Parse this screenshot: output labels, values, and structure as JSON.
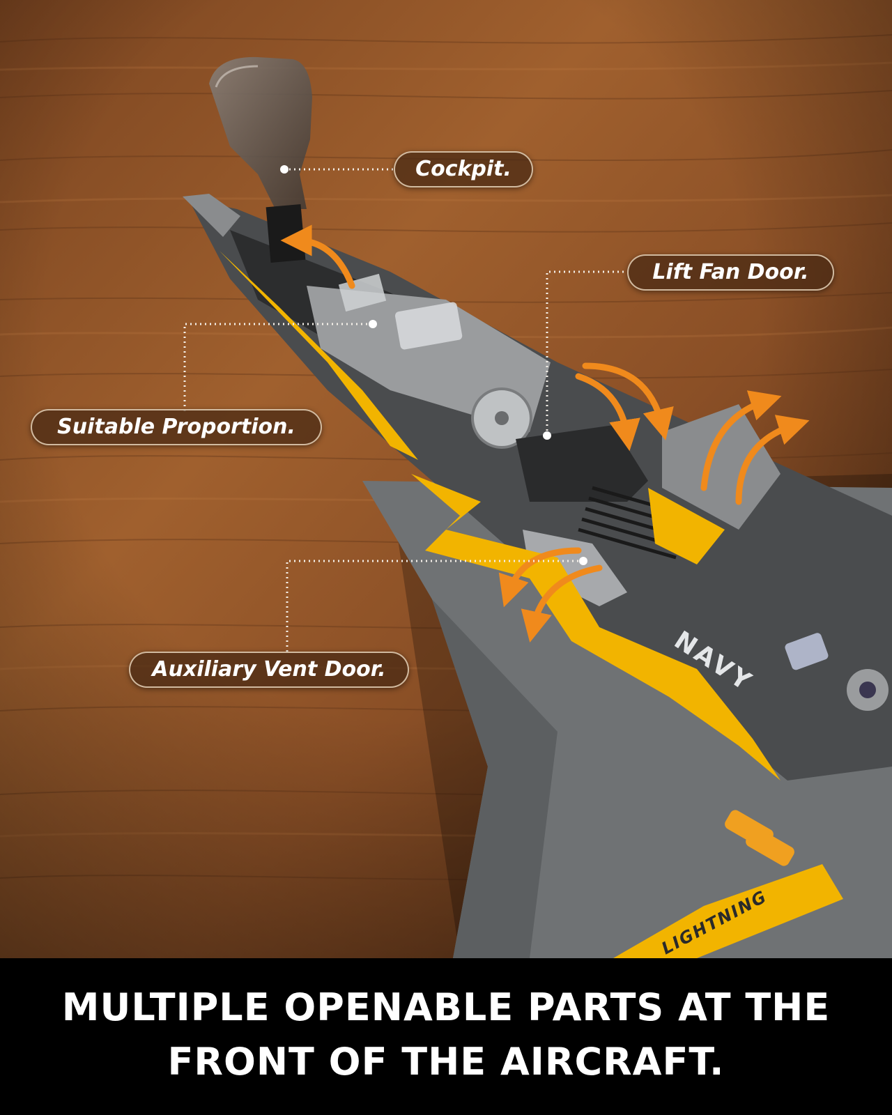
{
  "callouts": {
    "cockpit": "Cockpit.",
    "lift_fan_door": "Lift Fan Door.",
    "suitable_proportion": "Suitable Proportion.",
    "auxiliary_vent_door": "Auxiliary Vent Door."
  },
  "decals": {
    "fuselage": "NAVY",
    "tail": "LIGHTNING"
  },
  "caption": {
    "line1": "MULTIPLE OPENABLE PARTS AT THE",
    "line2": "FRONT OF THE AIRCRAFT."
  },
  "colors": {
    "wood": "#8a4f26",
    "wood_dark": "#5a3016",
    "jet_gray": "#6f7274",
    "jet_yellow": "#f2b400",
    "arrow_orange": "#f08a1c",
    "caption_bg": "#000000"
  }
}
